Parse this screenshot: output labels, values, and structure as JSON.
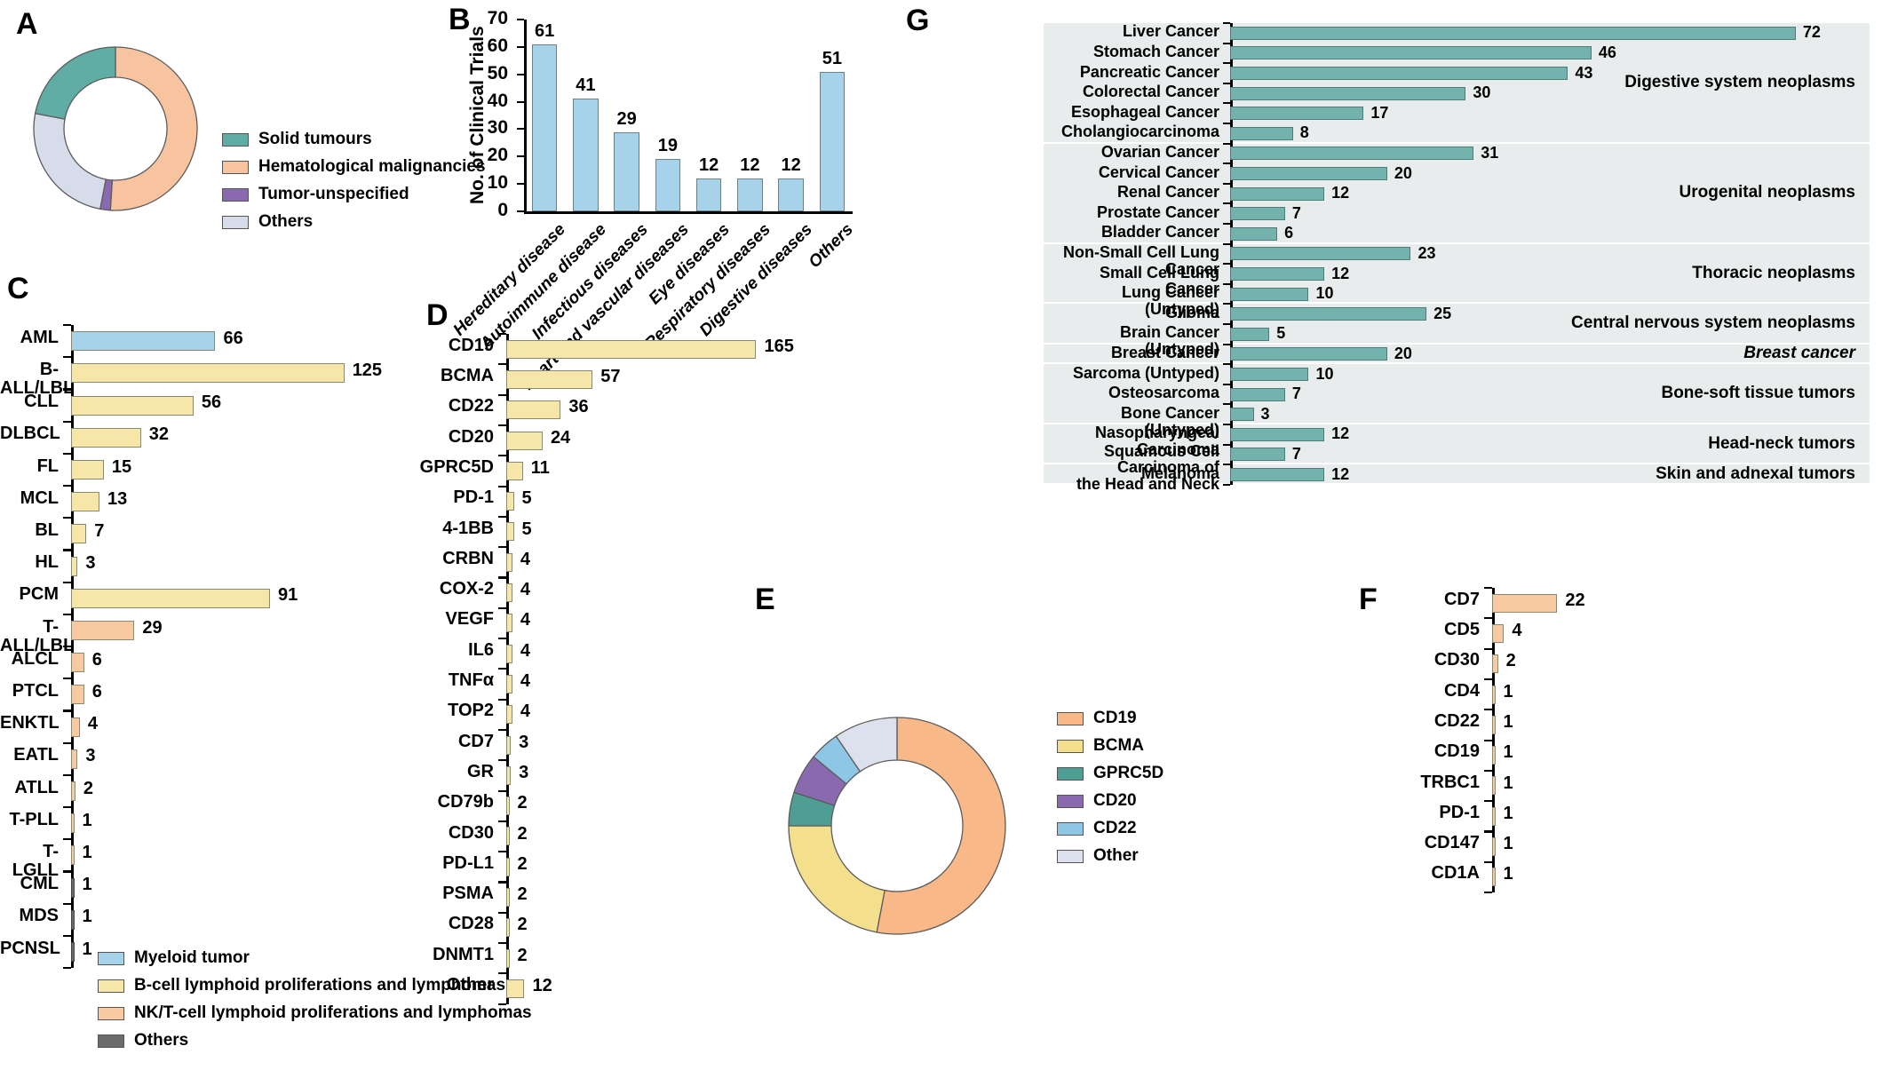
{
  "panels": {
    "A": {
      "letter": "A",
      "chart_data": {
        "type": "pie",
        "title": "",
        "labels": [
          "Solid tumours",
          "Hematological malignancies",
          "Tumor-unspecified",
          "Others"
        ],
        "values": [
          22.0,
          51.0,
          2.0,
          25.0
        ],
        "colors": [
          "#5fada4",
          "#f8c4a0",
          "#8a6aae",
          "#d7dcea"
        ],
        "legend_position": "right"
      }
    },
    "B": {
      "letter": "B",
      "chart_data": {
        "type": "bar",
        "title": "",
        "ylabel": "No. of Clinical Trials",
        "xlabel": "",
        "categories": [
          "Hereditary disease",
          "Autoimmune disease",
          "Infectious diseases",
          "Heart and vascular diseases",
          "Eye diseases",
          "Respiratory diseases",
          "Digestive diseases",
          "Others"
        ],
        "values": [
          61,
          41,
          29,
          19,
          12,
          12,
          12,
          51
        ],
        "yticks": [
          0,
          10,
          20,
          30,
          40,
          50,
          60,
          70
        ],
        "ylim": [
          0,
          70
        ],
        "bar_color": "#a6d3ea"
      }
    },
    "C": {
      "letter": "C",
      "chart_data": {
        "type": "bar",
        "orientation": "horizontal",
        "title": "",
        "categories": [
          "AML",
          "B-ALL/LBL",
          "CLL",
          "DLBCL",
          "FL",
          "MCL",
          "BL",
          "HL",
          "PCM",
          "T-ALL/LBL",
          "ALCL",
          "PTCL",
          "ENKTL",
          "EATL",
          "ATLL",
          "T-PLL",
          "T-LGLL",
          "CML",
          "MDS",
          "PCNSL"
        ],
        "values": [
          66,
          125,
          56,
          32,
          15,
          13,
          7,
          3,
          91,
          29,
          6,
          6,
          4,
          3,
          2,
          1,
          1,
          1,
          1,
          1
        ],
        "group": [
          "myeloid",
          "bcell",
          "bcell",
          "bcell",
          "bcell",
          "bcell",
          "bcell",
          "bcell",
          "bcell",
          "tcell",
          "tcell",
          "tcell",
          "tcell",
          "tcell",
          "tcell",
          "tcell",
          "tcell",
          "others",
          "others",
          "others"
        ],
        "xlim": [
          0,
          130
        ],
        "legend": [
          {
            "label": "Myeloid tumor",
            "color": "#a6d3ea",
            "key": "myeloid"
          },
          {
            "label": "B-cell lymphoid proliferations and lymphomas",
            "color": "#f6e6a8",
            "key": "bcell"
          },
          {
            "label": "NK/T-cell lymphoid proliferations and lymphomas",
            "color": "#f9c9a2",
            "key": "tcell"
          },
          {
            "label": "Others",
            "color": "#6b6b6b",
            "key": "others"
          }
        ]
      }
    },
    "D": {
      "letter": "D",
      "chart_data": {
        "type": "bar",
        "orientation": "horizontal",
        "title": "",
        "categories": [
          "CD19",
          "BCMA",
          "CD22",
          "CD20",
          "GPRC5D",
          "PD-1",
          "4-1BB",
          "CRBN",
          "COX-2",
          "VEGF",
          "IL6",
          "TNFα",
          "TOP2",
          "CD7",
          "GR",
          "CD79b",
          "CD30",
          "PD-L1",
          "PSMA",
          "CD28",
          "DNMT1",
          "Other"
        ],
        "values": [
          165,
          57,
          36,
          24,
          11,
          5,
          5,
          4,
          4,
          4,
          4,
          4,
          4,
          3,
          3,
          2,
          2,
          2,
          2,
          2,
          2,
          12
        ],
        "xlim": [
          0,
          170
        ],
        "bar_color": "#f6e6a8"
      }
    },
    "E": {
      "letter": "E",
      "chart_data": {
        "type": "pie",
        "title": "",
        "labels": [
          "CD19",
          "BCMA",
          "GPRC5D",
          "CD20",
          "CD22",
          "Other"
        ],
        "values": [
          53.0,
          22.0,
          5.0,
          6.0,
          4.5,
          9.5
        ],
        "colors": [
          "#f8b887",
          "#f4e08c",
          "#4e9e94",
          "#8a6aae",
          "#8ec6e6",
          "#dde1ee"
        ],
        "legend_position": "right"
      }
    },
    "F": {
      "letter": "F",
      "chart_data": {
        "type": "bar",
        "orientation": "horizontal",
        "title": "",
        "categories": [
          "CD7",
          "CD5",
          "CD30",
          "CD4",
          "CD22",
          "CD19",
          "TRBC1",
          "PD-1",
          "CD147",
          "CD1A"
        ],
        "values": [
          22,
          4,
          2,
          1,
          1,
          1,
          1,
          1,
          1,
          1
        ],
        "xlim": [
          0,
          24
        ],
        "bar_color": "#f9c9a2"
      }
    },
    "G": {
      "letter": "G",
      "chart_data": {
        "type": "bar",
        "orientation": "horizontal",
        "title": "",
        "bar_color": "#74b3ad",
        "band_color": "#e9ecec",
        "xlim": [
          0,
          78
        ],
        "categories": [
          "Liver Cancer",
          "Stomach Cancer",
          "Pancreatic Cancer",
          "Colorectal Cancer",
          "Esophageal Cancer",
          "Cholangiocarcinoma",
          "Ovarian Cancer",
          "Cervical Cancer",
          "Renal Cancer",
          "Prostate Cancer",
          "Bladder Cancer",
          "Non-Small Cell Lung Cancer",
          "Small Cell Lung Cancer",
          "Lung Cancer (Untyped)",
          "Glioma",
          "Brain Cancer (Untyped)",
          "Breast Cancer",
          "Sarcoma (Untyped)",
          "Osteosarcoma",
          "Bone Cancer (Untyped)",
          "Nasopharyngeal Carcinoma",
          "Squamous Cell Carcinoma of\nthe Head and Neck",
          "Melanoma"
        ],
        "values": [
          72,
          46,
          43,
          30,
          17,
          8,
          31,
          20,
          12,
          7,
          6,
          23,
          12,
          10,
          25,
          5,
          20,
          10,
          7,
          3,
          12,
          7,
          12
        ],
        "groups": [
          {
            "label": "Digestive system neoplasms",
            "start": 0,
            "count": 6,
            "italic": false
          },
          {
            "label": "Urogenital neoplasms",
            "start": 6,
            "count": 5,
            "italic": false
          },
          {
            "label": "Thoracic neoplasms",
            "start": 11,
            "count": 3,
            "italic": false
          },
          {
            "label": "Central nervous system neoplasms",
            "start": 14,
            "count": 2,
            "italic": false
          },
          {
            "label": "Breast cancer",
            "start": 16,
            "count": 1,
            "italic": true
          },
          {
            "label": "Bone-soft tissue tumors",
            "start": 17,
            "count": 3,
            "italic": false
          },
          {
            "label": "Head-neck tumors",
            "start": 20,
            "count": 2,
            "italic": false
          },
          {
            "label": "Skin and adnexal tumors",
            "start": 22,
            "count": 1,
            "italic": false
          }
        ]
      }
    }
  }
}
